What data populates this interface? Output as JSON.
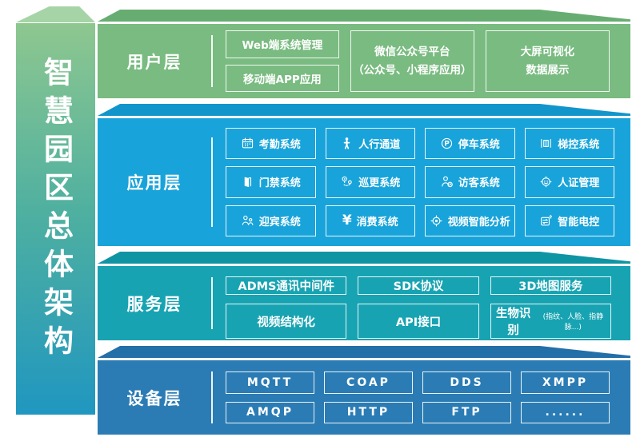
{
  "banner": {
    "title": "智慧园区总体架构"
  },
  "layers": {
    "user": {
      "label": "用户层",
      "items": [
        {
          "label": "Web端系统管理"
        },
        {
          "label": "移动端APP应用"
        },
        {
          "line1": "微信公众号平台",
          "line2": "（公众号、小程序应用）"
        },
        {
          "line1": "大屏可视化",
          "line2": "数据展示"
        }
      ]
    },
    "app": {
      "label": "应用层",
      "items": [
        {
          "icon": "attendance-icon",
          "label": "考勤系统"
        },
        {
          "icon": "pedestrian-icon",
          "label": "人行通道"
        },
        {
          "icon": "parking-icon",
          "label": "停车系统"
        },
        {
          "icon": "elevator-icon",
          "label": "梯控系统"
        },
        {
          "icon": "door-access-icon",
          "label": "门禁系统"
        },
        {
          "icon": "patrol-icon",
          "label": "巡更系统"
        },
        {
          "icon": "visitor-icon",
          "label": "访客系统"
        },
        {
          "icon": "id-verify-icon",
          "label": "人证管理"
        },
        {
          "icon": "welcome-icon",
          "label": "迎宾系统"
        },
        {
          "icon": "yuan-icon",
          "label": "消费系统",
          "glyph": "¥"
        },
        {
          "icon": "video-ai-icon",
          "label": "视频智能分析"
        },
        {
          "icon": "power-control-icon",
          "label": "智能电控"
        }
      ]
    },
    "service": {
      "label": "服务层",
      "items": [
        {
          "label": "ADMS通讯中间件"
        },
        {
          "label": "SDK协议"
        },
        {
          "label": "3D地图服务"
        },
        {
          "label": "视频结构化"
        },
        {
          "label": "API接口"
        },
        {
          "label": "生物识别",
          "note": "(指纹、人脸、指静脉...)"
        }
      ]
    },
    "device": {
      "label": "设备层",
      "items": [
        {
          "label": "MQTT"
        },
        {
          "label": "COAP"
        },
        {
          "label": "DDS"
        },
        {
          "label": "XMPP"
        },
        {
          "label": "AMQP"
        },
        {
          "label": "HTTP"
        },
        {
          "label": "FTP"
        },
        {
          "label": "......"
        }
      ]
    }
  },
  "colors": {
    "banner-top": "#a6d4a7",
    "banner-grad-top": "#8ec78f",
    "banner-grad-mid": "#4fb0a0",
    "banner-grad-bottom": "#2097c0",
    "layer-user": "#79bb80",
    "layer-user-top": "#67ad72",
    "layer-app": "#18a4da",
    "layer-app-top": "#1295cb",
    "layer-service": "#17a3b2",
    "layer-service-top": "#0f94a4",
    "layer-device": "#2b7cb4",
    "layer-device-top": "#236fa8"
  }
}
